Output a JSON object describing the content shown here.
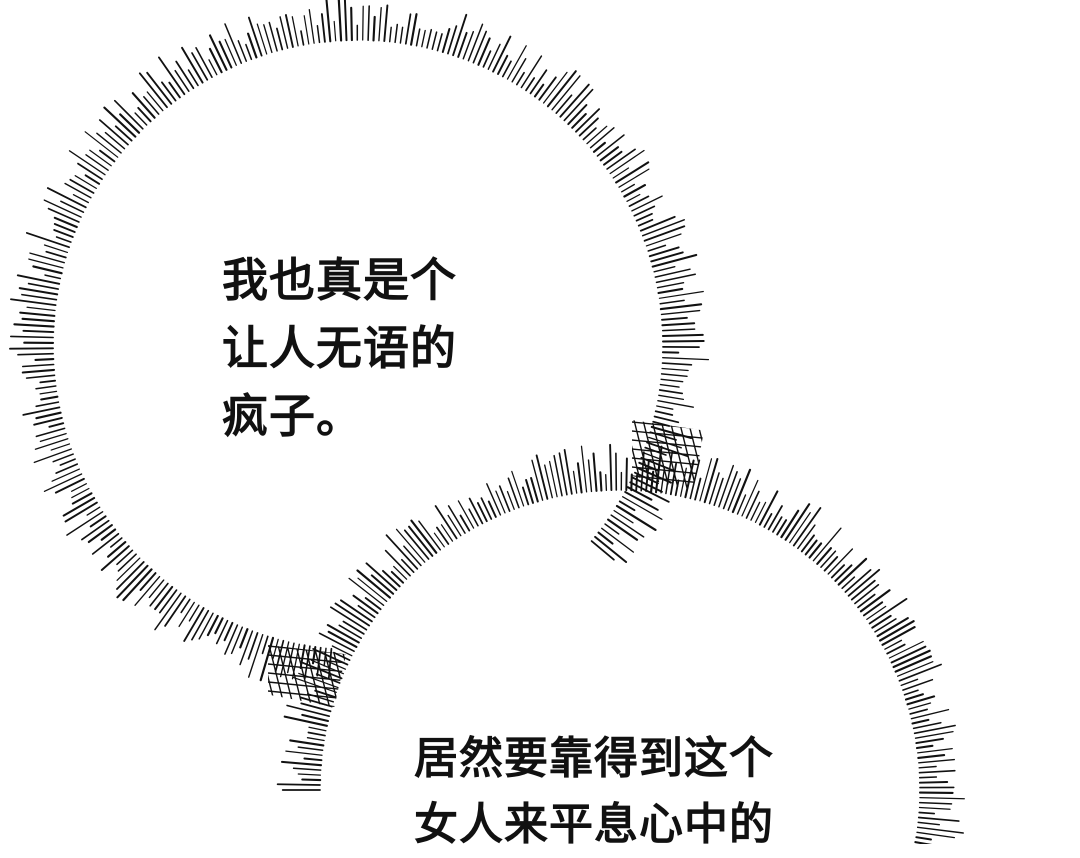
{
  "thought_bubble_1": {
    "lines": [
      "我也真是个",
      "让人无语的",
      "疯子。"
    ]
  },
  "thought_bubble_2": {
    "lines": [
      "居然要靠得到这个",
      "女人来平息心中的"
    ]
  },
  "colors": {
    "ink": "#111111",
    "paper": "#ffffff"
  }
}
